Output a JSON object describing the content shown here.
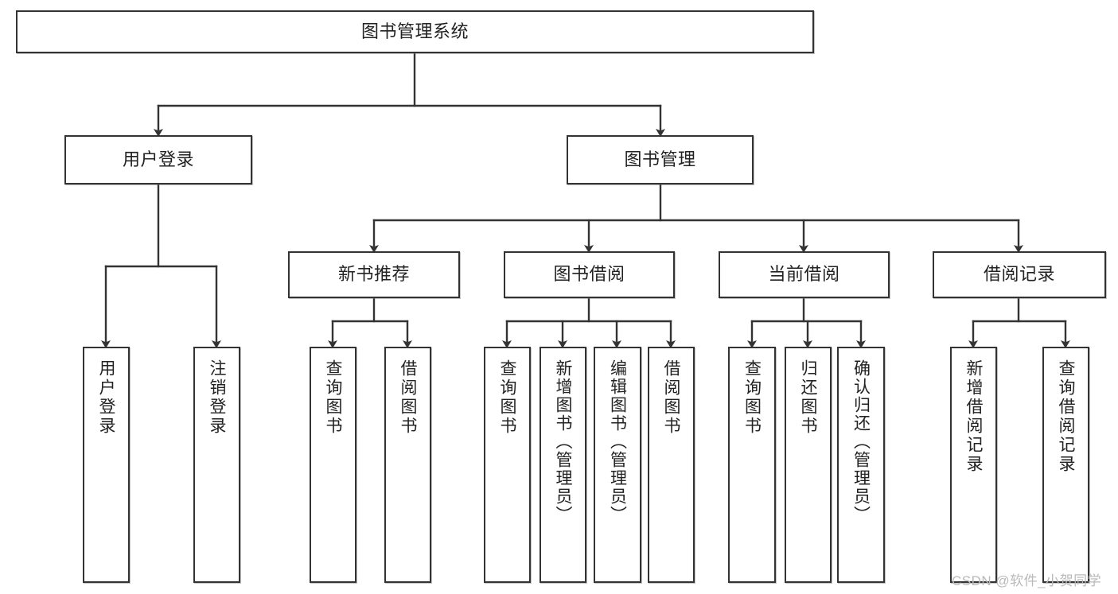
{
  "diagram": {
    "title": "图书管理系统",
    "type": "tree-hierarchy-chart",
    "orientation": "top-down",
    "root": {
      "id": "root",
      "label": "图书管理系统"
    },
    "level2": [
      {
        "id": "user-login",
        "label": "用户登录"
      },
      {
        "id": "book-manage",
        "label": "图书管理"
      }
    ],
    "level3": [
      {
        "id": "new-book-rec",
        "label": "新书推荐"
      },
      {
        "id": "book-borrow",
        "label": "图书借阅"
      },
      {
        "id": "current-borrow",
        "label": "当前借阅"
      },
      {
        "id": "borrow-record",
        "label": "借阅记录"
      }
    ],
    "leaves": {
      "user_login": [
        {
          "id": "leaf-user-login",
          "label": "用户登录"
        },
        {
          "id": "leaf-logout-login",
          "label": "注销登录"
        }
      ],
      "new_book_rec": [
        {
          "id": "leaf-query-book-1",
          "label": "查询图书"
        },
        {
          "id": "leaf-borrow-book-1",
          "label": "借阅图书"
        }
      ],
      "book_borrow": [
        {
          "id": "leaf-query-book-2",
          "label": "查询图书"
        },
        {
          "id": "leaf-add-book",
          "label": "新增图书（管理员）"
        },
        {
          "id": "leaf-edit-book",
          "label": "编辑图书（管理员）"
        },
        {
          "id": "leaf-borrow-book-2",
          "label": "借阅图书"
        }
      ],
      "current_borrow": [
        {
          "id": "leaf-query-book-3",
          "label": "查询图书"
        },
        {
          "id": "leaf-return-book",
          "label": "归还图书"
        },
        {
          "id": "leaf-confirm-return",
          "label": "确认归还（管理员）"
        }
      ],
      "borrow_record": [
        {
          "id": "leaf-add-record",
          "label": "新增借阅记录"
        },
        {
          "id": "leaf-query-record",
          "label": "查询借阅记录"
        }
      ]
    },
    "colors": {
      "node_border": "#333333",
      "node_fill": "#ffffff",
      "edge": "#333333",
      "text": "#222222",
      "watermark": "#b9b9b9",
      "background": "#ffffff"
    }
  },
  "watermark": {
    "text": "CSDN @软件_小贺同学"
  }
}
